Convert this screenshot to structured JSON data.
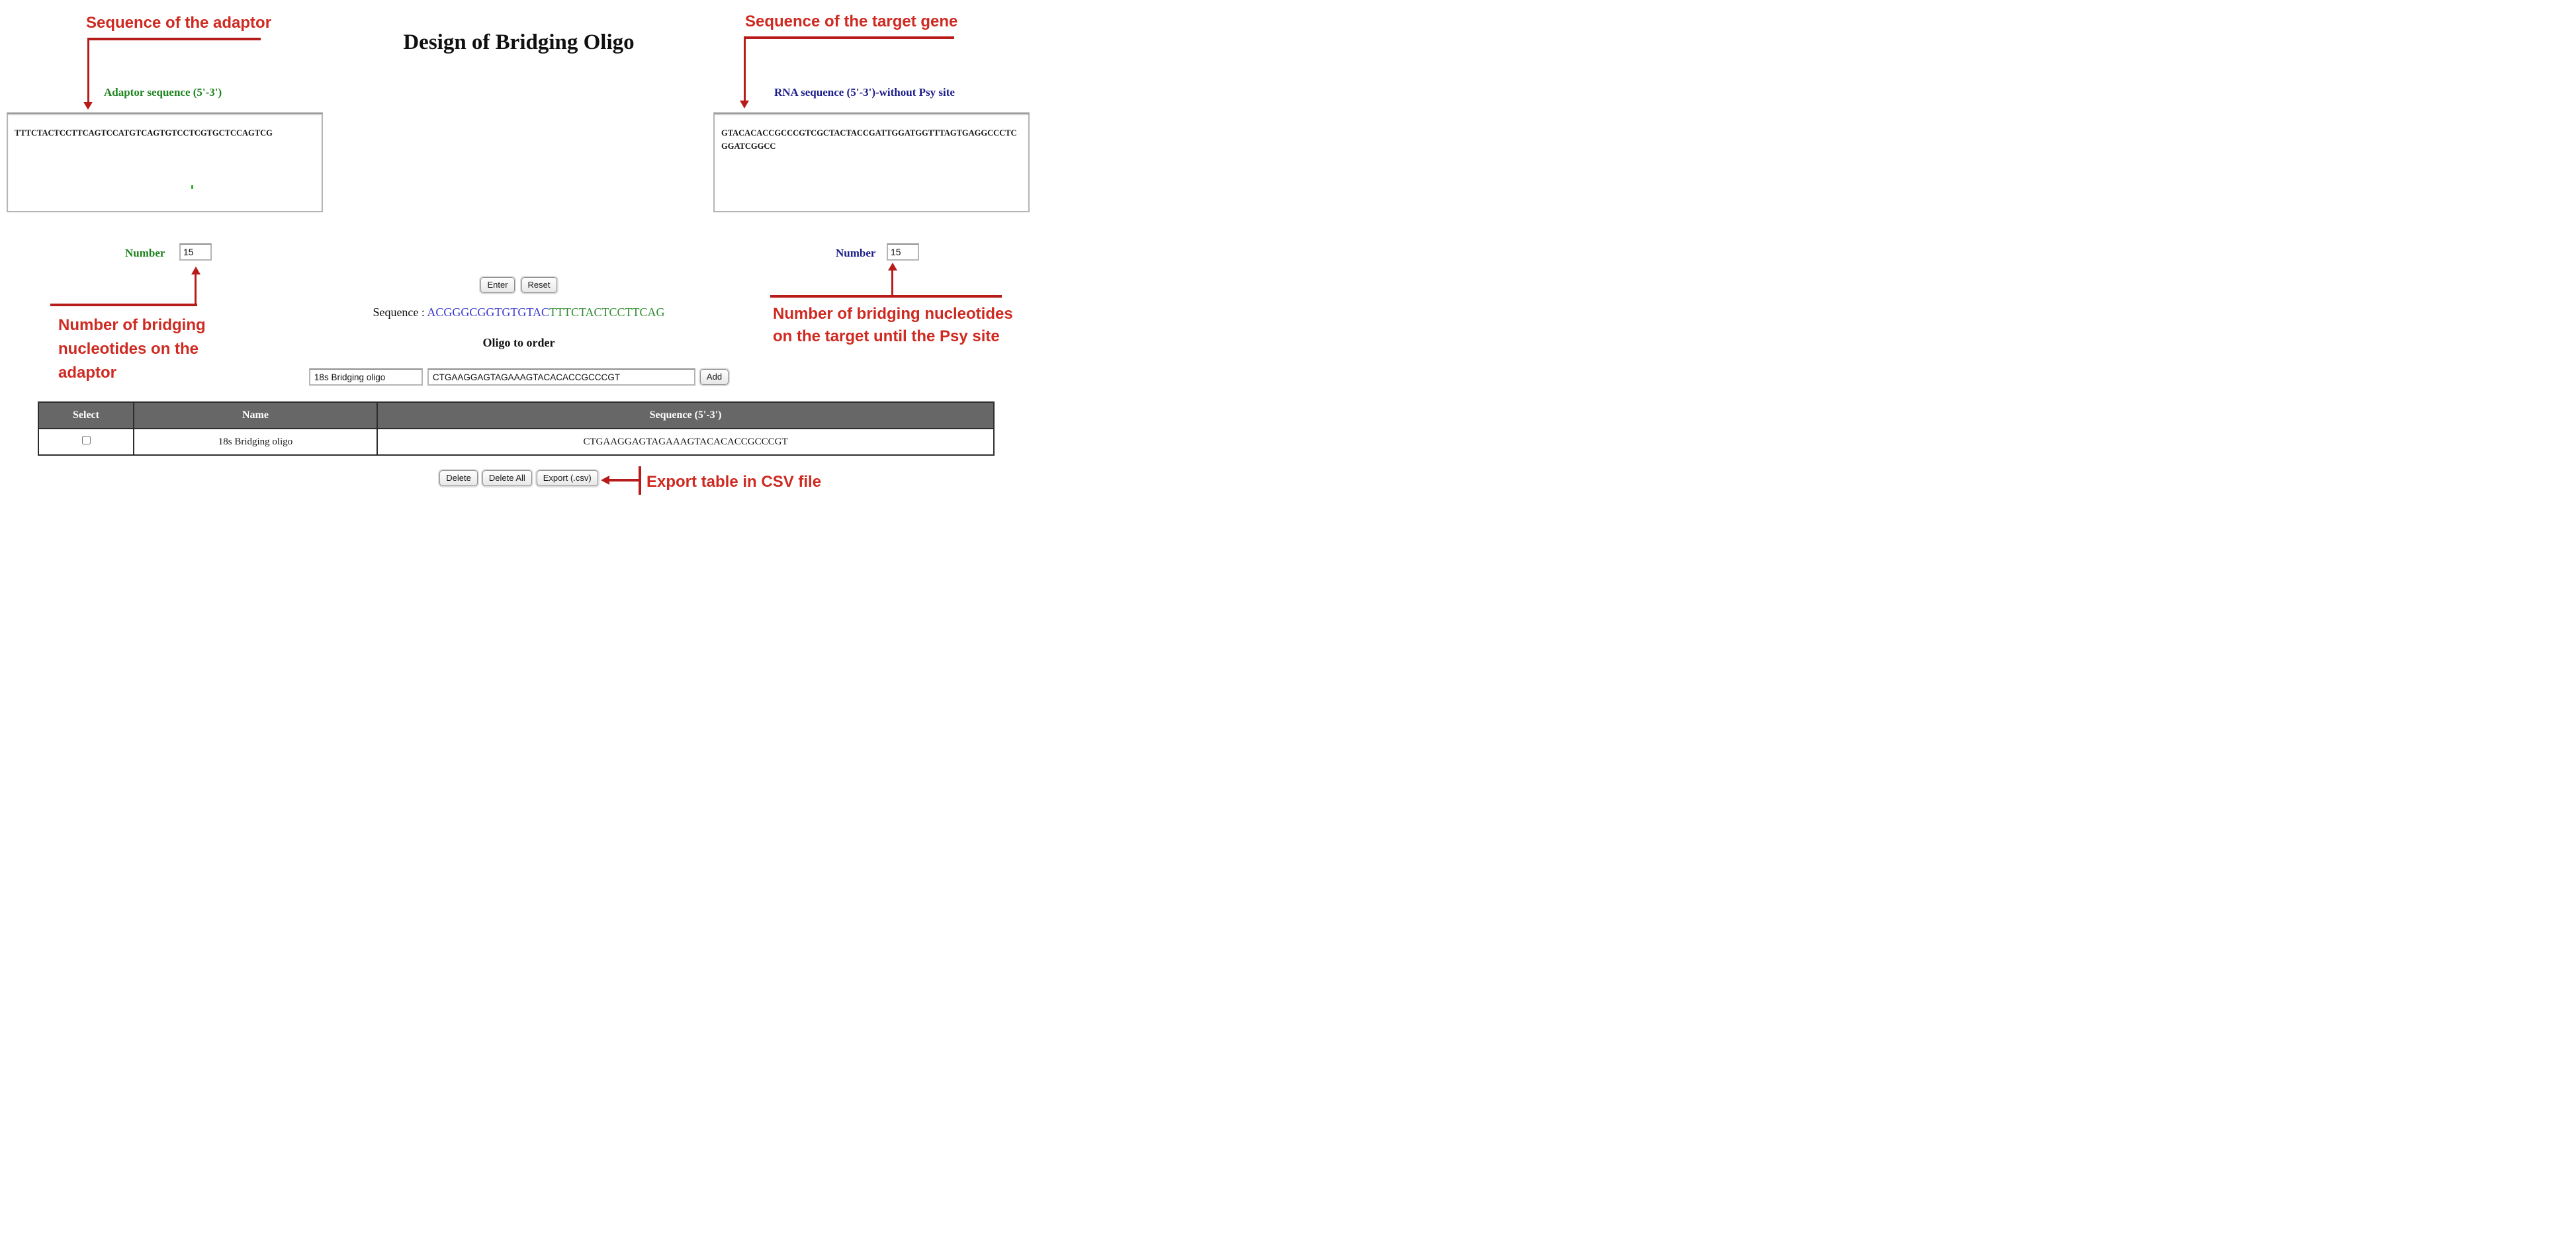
{
  "colors": {
    "annotation_red": "#ce2a21",
    "line_red": "#b81c1a",
    "label_green": "#1d831d",
    "label_navy": "#1c1c8a",
    "seq_blue": "#3838cc",
    "seq_green": "#2e8b2e",
    "table_header_bg": "#676767",
    "table_header_text": "#ffffff"
  },
  "title": "Design of Bridging Oligo",
  "annotations": {
    "adaptor_note": "Sequence of the adaptor",
    "target_note": "Sequence of the target gene",
    "adaptor_number_note": "Number of bridging\nnucleotides on the\nadaptor",
    "target_number_note": "Number of bridging nucleotides\non the target until the Psy site",
    "export_note": "Export table in CSV file"
  },
  "adaptor_panel": {
    "label": "Adaptor sequence (5'-3')",
    "sequence": "TTTCTACTCCTTCAGTCCATGTCAGTGTCCTCGTGCTCCAGTCG",
    "number_label": "Number",
    "number_value": "15"
  },
  "target_panel": {
    "label": "RNA sequence (5'-3')-without Psy site",
    "sequence": "GTACACACCGCCCGTCGCTACTACCGATTGGATGGTTTAGTGAGGCCCTCGGATCGGCC",
    "number_label": "Number",
    "number_value": "15"
  },
  "buttons": {
    "enter": "Enter",
    "reset": "Reset",
    "add": "Add",
    "delete": "Delete",
    "delete_all": "Delete All",
    "export_csv": "Export (.csv)"
  },
  "result": {
    "label": "Sequence : ",
    "segment_blue": "ACGGGCGGTGTGTAC",
    "segment_green": "TTTCTACTCCTTCAG"
  },
  "oligo_order": {
    "heading": "Oligo to order",
    "name_value": "18s Bridging oligo",
    "sequence_value": "CTGAAGGAGTAGAAAGTACACACCGCCCGT"
  },
  "table": {
    "headers": [
      "Select",
      "Name",
      "Sequence (5'-3')"
    ],
    "rows": [
      {
        "selected": false,
        "name": "18s Bridging oligo",
        "sequence": "CTGAAGGAGTAGAAAGTACACACCGCCCGT"
      }
    ]
  }
}
